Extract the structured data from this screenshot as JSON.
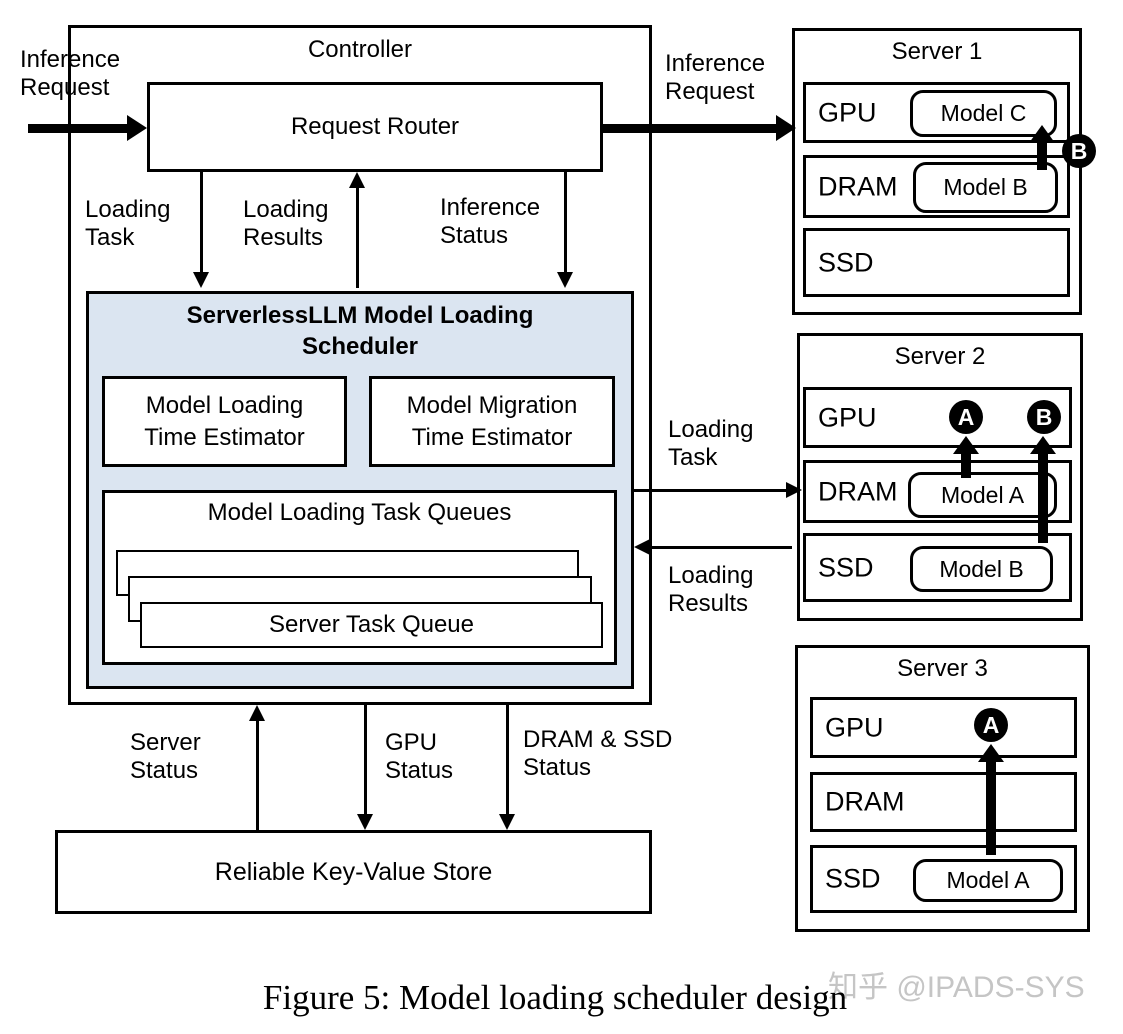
{
  "figure": {
    "caption": "Figure 5: Model loading scheduler design",
    "watermark": "知乎 @IPADS-SYS"
  },
  "controller": {
    "title": "Controller",
    "request_router": "Request Router",
    "inference_request_in": "Inference Request",
    "loading_task": "Loading Task",
    "loading_results": "Loading Results",
    "inference_status": "Inference Status",
    "scheduler": {
      "title": "ServerlessLLM Model Loading Scheduler",
      "model_loading_estimator": "Model Loading Time Estimator",
      "model_migration_estimator": "Model Migration Time Estimator",
      "task_queues_title": "Model Loading Task Queues",
      "server_task_queue": "Server Task Queue"
    }
  },
  "status_links": {
    "server_status": "Server Status",
    "gpu_status": "GPU Status",
    "dram_ssd_status": "DRAM & SSD Status"
  },
  "kv_store": {
    "label": "Reliable Key-Value Store"
  },
  "right_links": {
    "inference_request": "Inference Request",
    "loading_task": "Loading Task",
    "loading_results": "Loading Results"
  },
  "servers": [
    {
      "title": "Server 1",
      "gpu": "GPU",
      "dram": "DRAM",
      "ssd": "SSD",
      "gpu_model": "Model C",
      "dram_model": "Model B",
      "badges": [
        "B"
      ]
    },
    {
      "title": "Server 2",
      "gpu": "GPU",
      "dram": "DRAM",
      "ssd": "SSD",
      "dram_model": "Model A",
      "ssd_model": "Model B",
      "badges": [
        "A",
        "B"
      ]
    },
    {
      "title": "Server 3",
      "gpu": "GPU",
      "dram": "DRAM",
      "ssd": "SSD",
      "ssd_model": "Model A",
      "badges": [
        "A"
      ]
    }
  ],
  "colors": {
    "scheduler_fill": "#dbe5f1",
    "line": "#000000",
    "badge_fill": "#000000",
    "badge_text": "#ffffff",
    "watermark": "#c5c5c5"
  }
}
